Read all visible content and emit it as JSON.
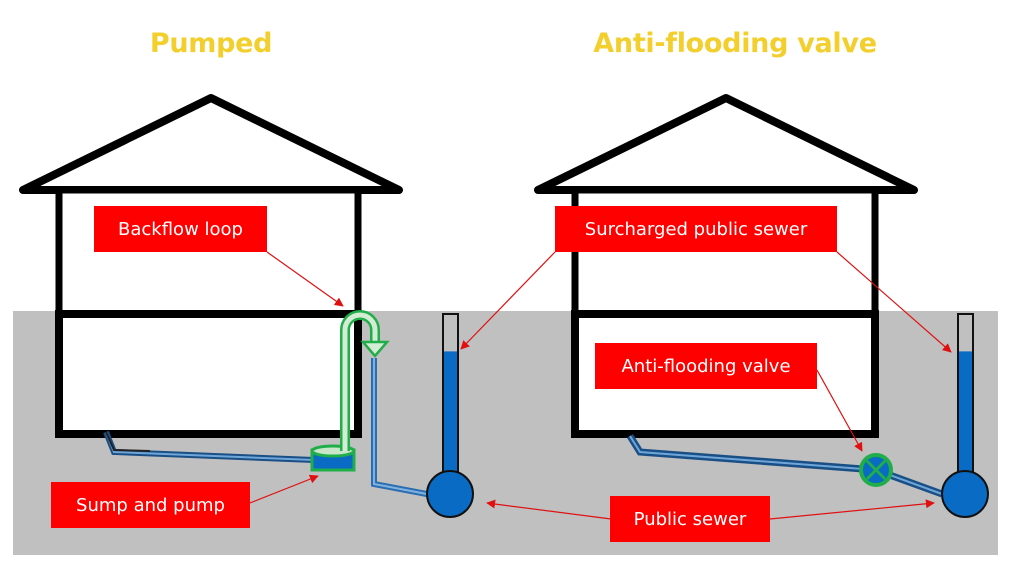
{
  "diagram": {
    "colors": {
      "title": "#f3cf2d",
      "label_background": "#ff0000",
      "label_text": "#ffffff",
      "ground": "#c0c0c0",
      "water": "#0a6bc4",
      "loop_outline": "#1fae4a",
      "house_outline": "#000000",
      "arrow": "#e01010"
    },
    "panels": [
      {
        "id": "pumped",
        "title": "Pumped",
        "labels": {
          "backflow_loop": "Backflow loop",
          "sump_and_pump": "Sump and pump"
        }
      },
      {
        "id": "anti-flooding",
        "title": "Anti-flooding valve",
        "labels": {
          "surcharged_public_sewer": "Surcharged public sewer",
          "anti_flooding_valve": "Anti-flooding valve"
        }
      }
    ],
    "shared_labels": {
      "public_sewer": "Public sewer"
    },
    "sewer_water_level_fraction": 0.78
  }
}
